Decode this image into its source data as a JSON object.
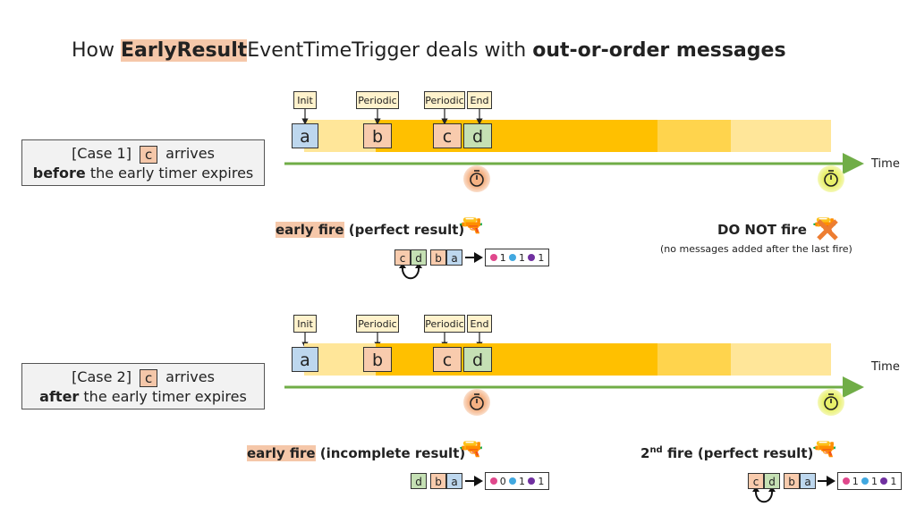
{
  "title": {
    "pre": "How ",
    "highlight": "EarlyResult",
    "mid": "EventTimeTrigger deals with ",
    "bold": "out-or-order messages"
  },
  "time_label": "Time",
  "colors": {
    "a": "#bdd7ee",
    "b": "#f8cbad",
    "c": "#f8cbad",
    "d": "#c5e0b4",
    "band_light": "#ffe699",
    "band_dark": "#ffc000",
    "timeline": "#70ad47",
    "dot_pink": "#e0488c",
    "dot_blue": "#41a8e0",
    "dot_purple": "#7030a0"
  },
  "case1": {
    "label_pre": "[Case 1]",
    "msg": "c",
    "label_post": "arrives",
    "line2_bold": "before",
    "line2_rest": " the early timer expires",
    "tags": {
      "init": "Init",
      "periodic1": "Periodic",
      "periodic2": "Periodic",
      "end": "End"
    },
    "msgs": {
      "a": "a",
      "b": "b",
      "c": "c",
      "d": "d"
    },
    "left_caption": {
      "hl": "early fire",
      "rest": " (perfect result)"
    },
    "left_seq": [
      "c",
      "d",
      "b",
      "a"
    ],
    "left_result": [
      "1",
      "1",
      "1"
    ],
    "right_caption": "DO NOT fire",
    "right_note": "(no messages added after the last fire)"
  },
  "case2": {
    "label_pre": "[Case 2]",
    "msg": "c",
    "label_post": "arrives",
    "line2_bold": "after",
    "line2_rest": " the early timer expires",
    "tags": {
      "init": "Init",
      "periodic1": "Periodic",
      "periodic2": "Periodic",
      "end": "End"
    },
    "msgs": {
      "a": "a",
      "b": "b",
      "c": "c",
      "d": "d"
    },
    "left_caption": {
      "hl": "early fire",
      "rest": " (incomplete result)"
    },
    "left_seq": [
      "d",
      "b",
      "a"
    ],
    "left_result": [
      "0",
      "1",
      "1"
    ],
    "right_caption_pre": "2",
    "right_caption_sup": "nd",
    "right_caption_rest": " fire (perfect result)",
    "right_seq": [
      "c",
      "d",
      "b",
      "a"
    ],
    "right_result": [
      "1",
      "1",
      "1"
    ]
  }
}
